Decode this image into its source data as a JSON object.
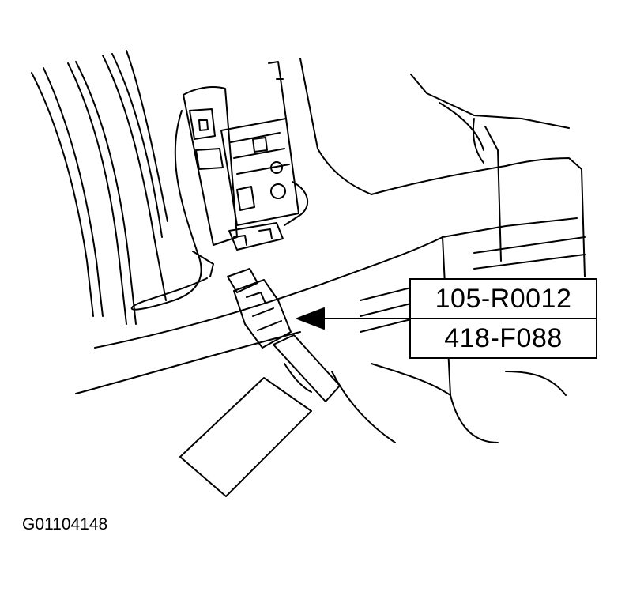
{
  "callout": {
    "tools": [
      {
        "number": "105-R0012"
      },
      {
        "number": "418-F088"
      }
    ]
  },
  "figure": {
    "id": "G01104148"
  },
  "colors": {
    "line": "#000000",
    "background": "#ffffff"
  }
}
